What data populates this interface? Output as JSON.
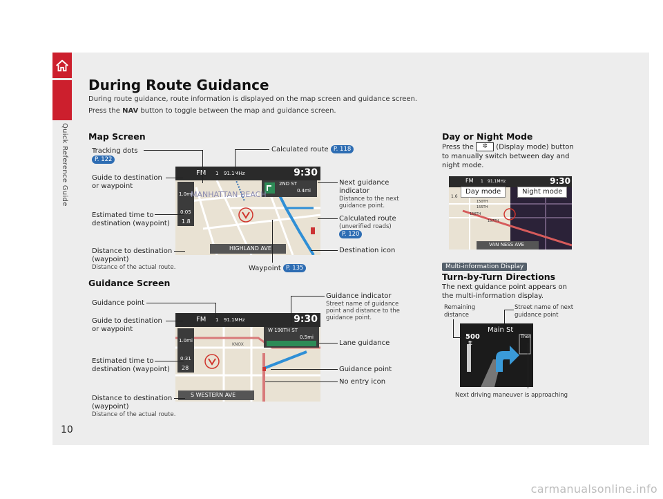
{
  "sidebar": {
    "label": "Quick Reference Guide"
  },
  "page": {
    "number": "10",
    "footer": "carmanualsonline.info"
  },
  "header": {
    "title": "During Route Guidance",
    "intro_1": "During route guidance, route information is displayed on the map screen and guidance screen.",
    "intro_2_pre": "Press the ",
    "intro_2_bold": "NAV",
    "intro_2_post": " button to toggle between the map and guidance screen."
  },
  "map_screen": {
    "heading": "Map Screen",
    "status_band": "FM",
    "status_channel": "1",
    "status_freq": "91.1",
    "status_unit": "MHz",
    "clock": "9:30",
    "street_overlay": "HIGHLAND AVE",
    "next_street": "2ND ST",
    "next_dist": "0.4",
    "next_unit": "mi",
    "bg_text": "MANHATTAN BEACH",
    "side_dist": "1.8",
    "side_time": "0:05",
    "side_top": "1.0mi",
    "labels": {
      "tracking_dots": "Tracking dots",
      "tracking_ref": "P. 122",
      "calc_route": "Calculated route",
      "calc_route_ref": "P. 118",
      "guide_dest": "Guide to destination",
      "guide_dest_2": "or waypoint",
      "next_indicator": "Next guidance",
      "next_indicator_2": "indicator",
      "next_indicator_sub": "Distance to the next",
      "next_indicator_sub2": "guidance point.",
      "eta": "Estimated time to",
      "eta_2": "destination (waypoint)",
      "calc_unverified": "Calculated route",
      "calc_unverified_sub": "(unverified roads)",
      "calc_unverified_ref": "P. 120",
      "dist_dest": "Distance to destination",
      "dist_dest_2": "(waypoint)",
      "dist_dest_sub": "Distance of the actual route.",
      "dest_icon": "Destination icon",
      "waypoint": "Waypoint",
      "waypoint_ref": "P. 135"
    }
  },
  "guidance_screen": {
    "heading": "Guidance Screen",
    "status_band": "FM",
    "status_channel": "1",
    "status_freq": "91.1",
    "status_unit": "MHz",
    "clock": "9:30",
    "street_overlay": "S WESTERN AVE",
    "next_street": "W 190TH ST",
    "next_dist": "0.5",
    "next_unit": "mi",
    "street_knox": "KNOX",
    "side_dist": "28",
    "side_time": "0:31",
    "side_top": "1.0mi",
    "labels": {
      "guidance_point": "Guidance point",
      "guidance_indicator": "Guidance indicator",
      "guidance_indicator_sub": "Street name of guidance",
      "guidance_indicator_sub2": "point and distance to the",
      "guidance_indicator_sub3": "guidance point.",
      "guide_dest": "Guide to destination",
      "guide_dest_2": "or waypoint",
      "lane_guidance": "Lane guidance",
      "eta": "Estimated time to",
      "eta_2": "destination (waypoint)",
      "guidance_point_2": "Guidance point",
      "no_entry": "No entry icon",
      "dist_dest": "Distance to destination",
      "dist_dest_2": "(waypoint)",
      "dist_dest_sub": "Distance of the actual route."
    }
  },
  "day_night": {
    "heading": "Day or Night Mode",
    "body_pre": "Press the",
    "body_post": "(Display mode) button",
    "body_2": "to manually switch between day and",
    "body_3": "night mode.",
    "day_label": "Day mode",
    "night_label": "Night mode",
    "status_band": "FM",
    "status_channel": "1",
    "status_freq": "91.1",
    "status_unit": "MHz",
    "clock": "9:30",
    "street_overlay": "VAN NESS AVE",
    "side_top": "1.6",
    "st_1": "150TH",
    "st_2": "155TH",
    "st_3": "156TH",
    "st_4": "157TH"
  },
  "turn_by_turn": {
    "tag": "Multi-information Display",
    "heading": "Turn-by-Turn Directions",
    "body_1": "The next guidance point appears on",
    "body_2": "the multi-information display.",
    "remaining": "Remaining",
    "remaining_2": "distance",
    "street_next": "Street name of next",
    "street_next_2": "guidance point",
    "next_maneuver": "Next driving maneuver is approaching",
    "mid_street": "Main St",
    "mid_dist": "500",
    "mid_unit": "ft",
    "mid_then": "Then"
  },
  "colors": {
    "accent": "#cc1f2d",
    "panel": "#ededed",
    "ref_badge": "#2e6db3",
    "tag": "#55606b"
  }
}
